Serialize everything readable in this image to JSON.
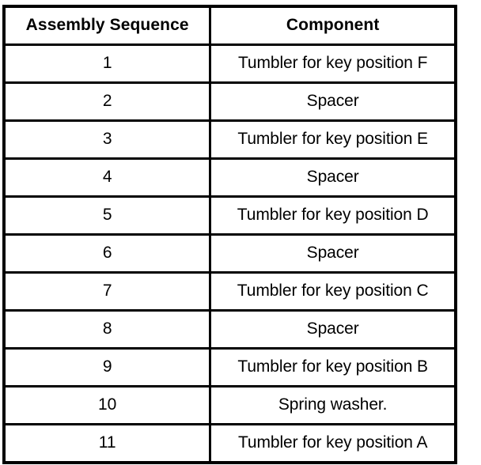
{
  "table": {
    "columns": [
      {
        "key": "sequence",
        "header": "Assembly Sequence"
      },
      {
        "key": "component",
        "header": "Component"
      }
    ],
    "rows": [
      {
        "sequence": "1",
        "component": "Tumbler for key position F"
      },
      {
        "sequence": "2",
        "component": "Spacer"
      },
      {
        "sequence": "3",
        "component": "Tumbler for key position E"
      },
      {
        "sequence": "4",
        "component": "Spacer"
      },
      {
        "sequence": "5",
        "component": "Tumbler for key position D"
      },
      {
        "sequence": "6",
        "component": "Spacer"
      },
      {
        "sequence": "7",
        "component": "Tumbler for key position C"
      },
      {
        "sequence": "8",
        "component": "Spacer"
      },
      {
        "sequence": "9",
        "component": "Tumbler for key position B"
      },
      {
        "sequence": "10",
        "component": "Spring washer."
      },
      {
        "sequence": "11",
        "component": "Tumbler for key position A"
      }
    ]
  },
  "style": {
    "background": "#ffffff",
    "text_color": "#000000",
    "border_color": "#000000"
  }
}
